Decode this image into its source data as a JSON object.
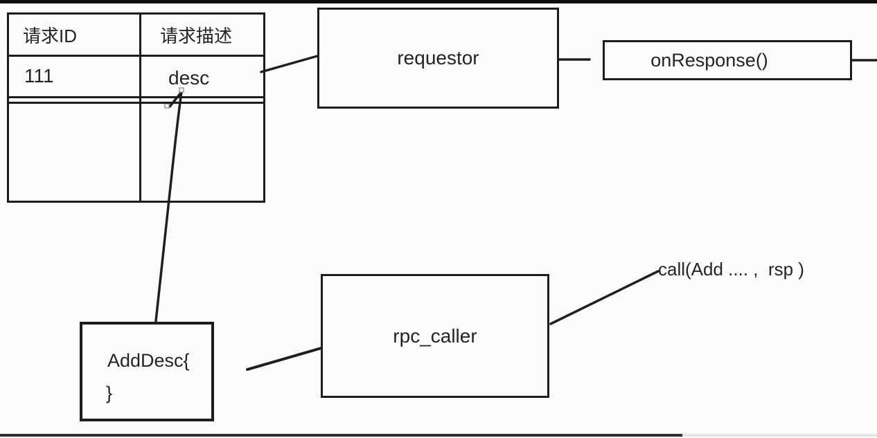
{
  "table": {
    "headers": [
      "请求ID",
      "请求描述"
    ],
    "rows": [
      [
        "111",
        "desc"
      ],
      [
        "",
        ""
      ]
    ]
  },
  "nodes": {
    "requestor": {
      "label": "requestor"
    },
    "on_response": {
      "label": "onResponse()"
    },
    "rpc_caller": {
      "label": "rpc_caller"
    },
    "add_desc": {
      "line1": "AddDesc{",
      "line2": "}"
    }
  },
  "annotations": {
    "call_label": "call(Add .... ,  rsp )"
  },
  "icons": {
    "crosshair_cursor": "precision-select-cursor",
    "arrowhead": "arrow-tip-stroke"
  },
  "colors": {
    "ink": "#1f1f1f",
    "background": "#fbfbfb",
    "top_bar": "#0d0d0d",
    "seekbar_progress": "#2e2e2e",
    "seekbar_track": "#e6e6e6",
    "cursor_gray": "#8f8f8f"
  },
  "player": {
    "progress_fraction": "0.78"
  }
}
